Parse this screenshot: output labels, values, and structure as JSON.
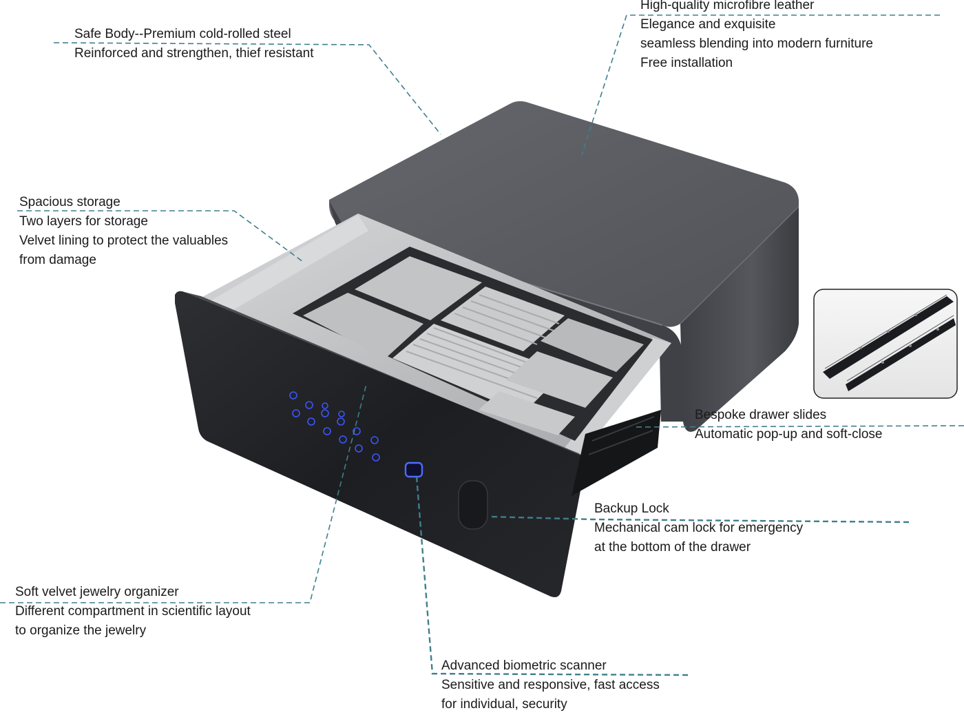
{
  "colors": {
    "leader_line": "#3f7f8c",
    "leather_top": "#5b5d62",
    "leather_side": "#4a4c51",
    "front_panel": "#222327",
    "velvet_light": "#c9cacc",
    "velvet_mid": "#a9aaad",
    "keypad_glow": "#3b55ff",
    "text": "#1a1a1a"
  },
  "callouts": {
    "leather": {
      "lines": [
        "High-quality microfibre leather",
        "Elegance and exquisite",
        "seamless blending into modern furniture",
        "Free installation"
      ]
    },
    "body": {
      "lines": [
        "Safe Body--Premium cold-rolled steel",
        "Reinforced and strengthen, thief resistant"
      ]
    },
    "storage": {
      "lines": [
        "Spacious storage",
        "Two layers for storage",
        "Velvet lining to protect the valuables",
        "from damage"
      ]
    },
    "slides": {
      "lines": [
        "Bespoke drawer slides",
        "Automatic pop-up and soft-close"
      ]
    },
    "lock": {
      "lines": [
        "Backup Lock",
        "Mechanical cam lock for emergency",
        "at the bottom of the drawer"
      ]
    },
    "organizer": {
      "lines": [
        "Soft velvet jewelry organizer",
        "Different compartment in scientific layout",
        "to organize the jewelry"
      ]
    },
    "scanner": {
      "lines": [
        "Advanced biometric scanner",
        "Sensitive and responsive, fast access",
        "for individual, security"
      ]
    }
  },
  "icons": {
    "keypad_buttons": 14,
    "fingerprint": "fingerprint-scanner-icon",
    "cam_lock": "lock-cover-icon"
  }
}
